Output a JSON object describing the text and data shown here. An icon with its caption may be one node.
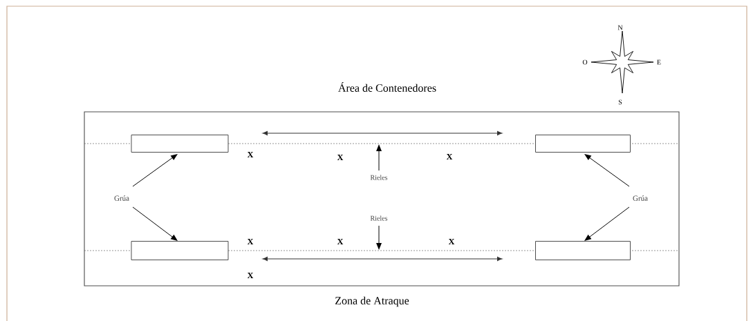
{
  "diagram": {
    "nodes": [
      {
        "text": [],
        "shape": "box"
      },
      {
        "text": [],
        "shape": "box",
        "in": 0
      },
      {
        "text": [],
        "shape": "box",
        "in": 0
      },
      {
        "text": [],
        "shape": "box",
        "in": 0
      },
      {
        "text": [],
        "shape": "box",
        "in": 0
      },
      {
        "text": [
          "Grúa"
        ],
        "in": 0
      },
      {
        "text": [
          "Grúa"
        ],
        "in": 0
      },
      {
        "text": [
          "Rieles"
        ],
        "in": 0
      },
      {
        "text": [
          "Rieles"
        ],
        "in": 0
      }
    ],
    "edges": [
      {
        "from": 5,
        "to": 1,
        "arrow": "to"
      },
      {
        "from": 5,
        "to": 3,
        "arrow": "to"
      },
      {
        "from": 6,
        "to": 2,
        "arrow": "to"
      },
      {
        "from": 6,
        "to": 4,
        "arrow": "to"
      },
      {
        "from": 7,
        "to": null,
        "arrow": "to"
      },
      {
        "from": 8,
        "to": null,
        "arrow": "to"
      }
    ],
    "labels": [
      "N",
      "O",
      "E",
      "S",
      "Área de Contenedores",
      "X",
      "X",
      "X",
      "X",
      "X",
      "X",
      "X",
      "Zona de Atraque"
    ]
  }
}
